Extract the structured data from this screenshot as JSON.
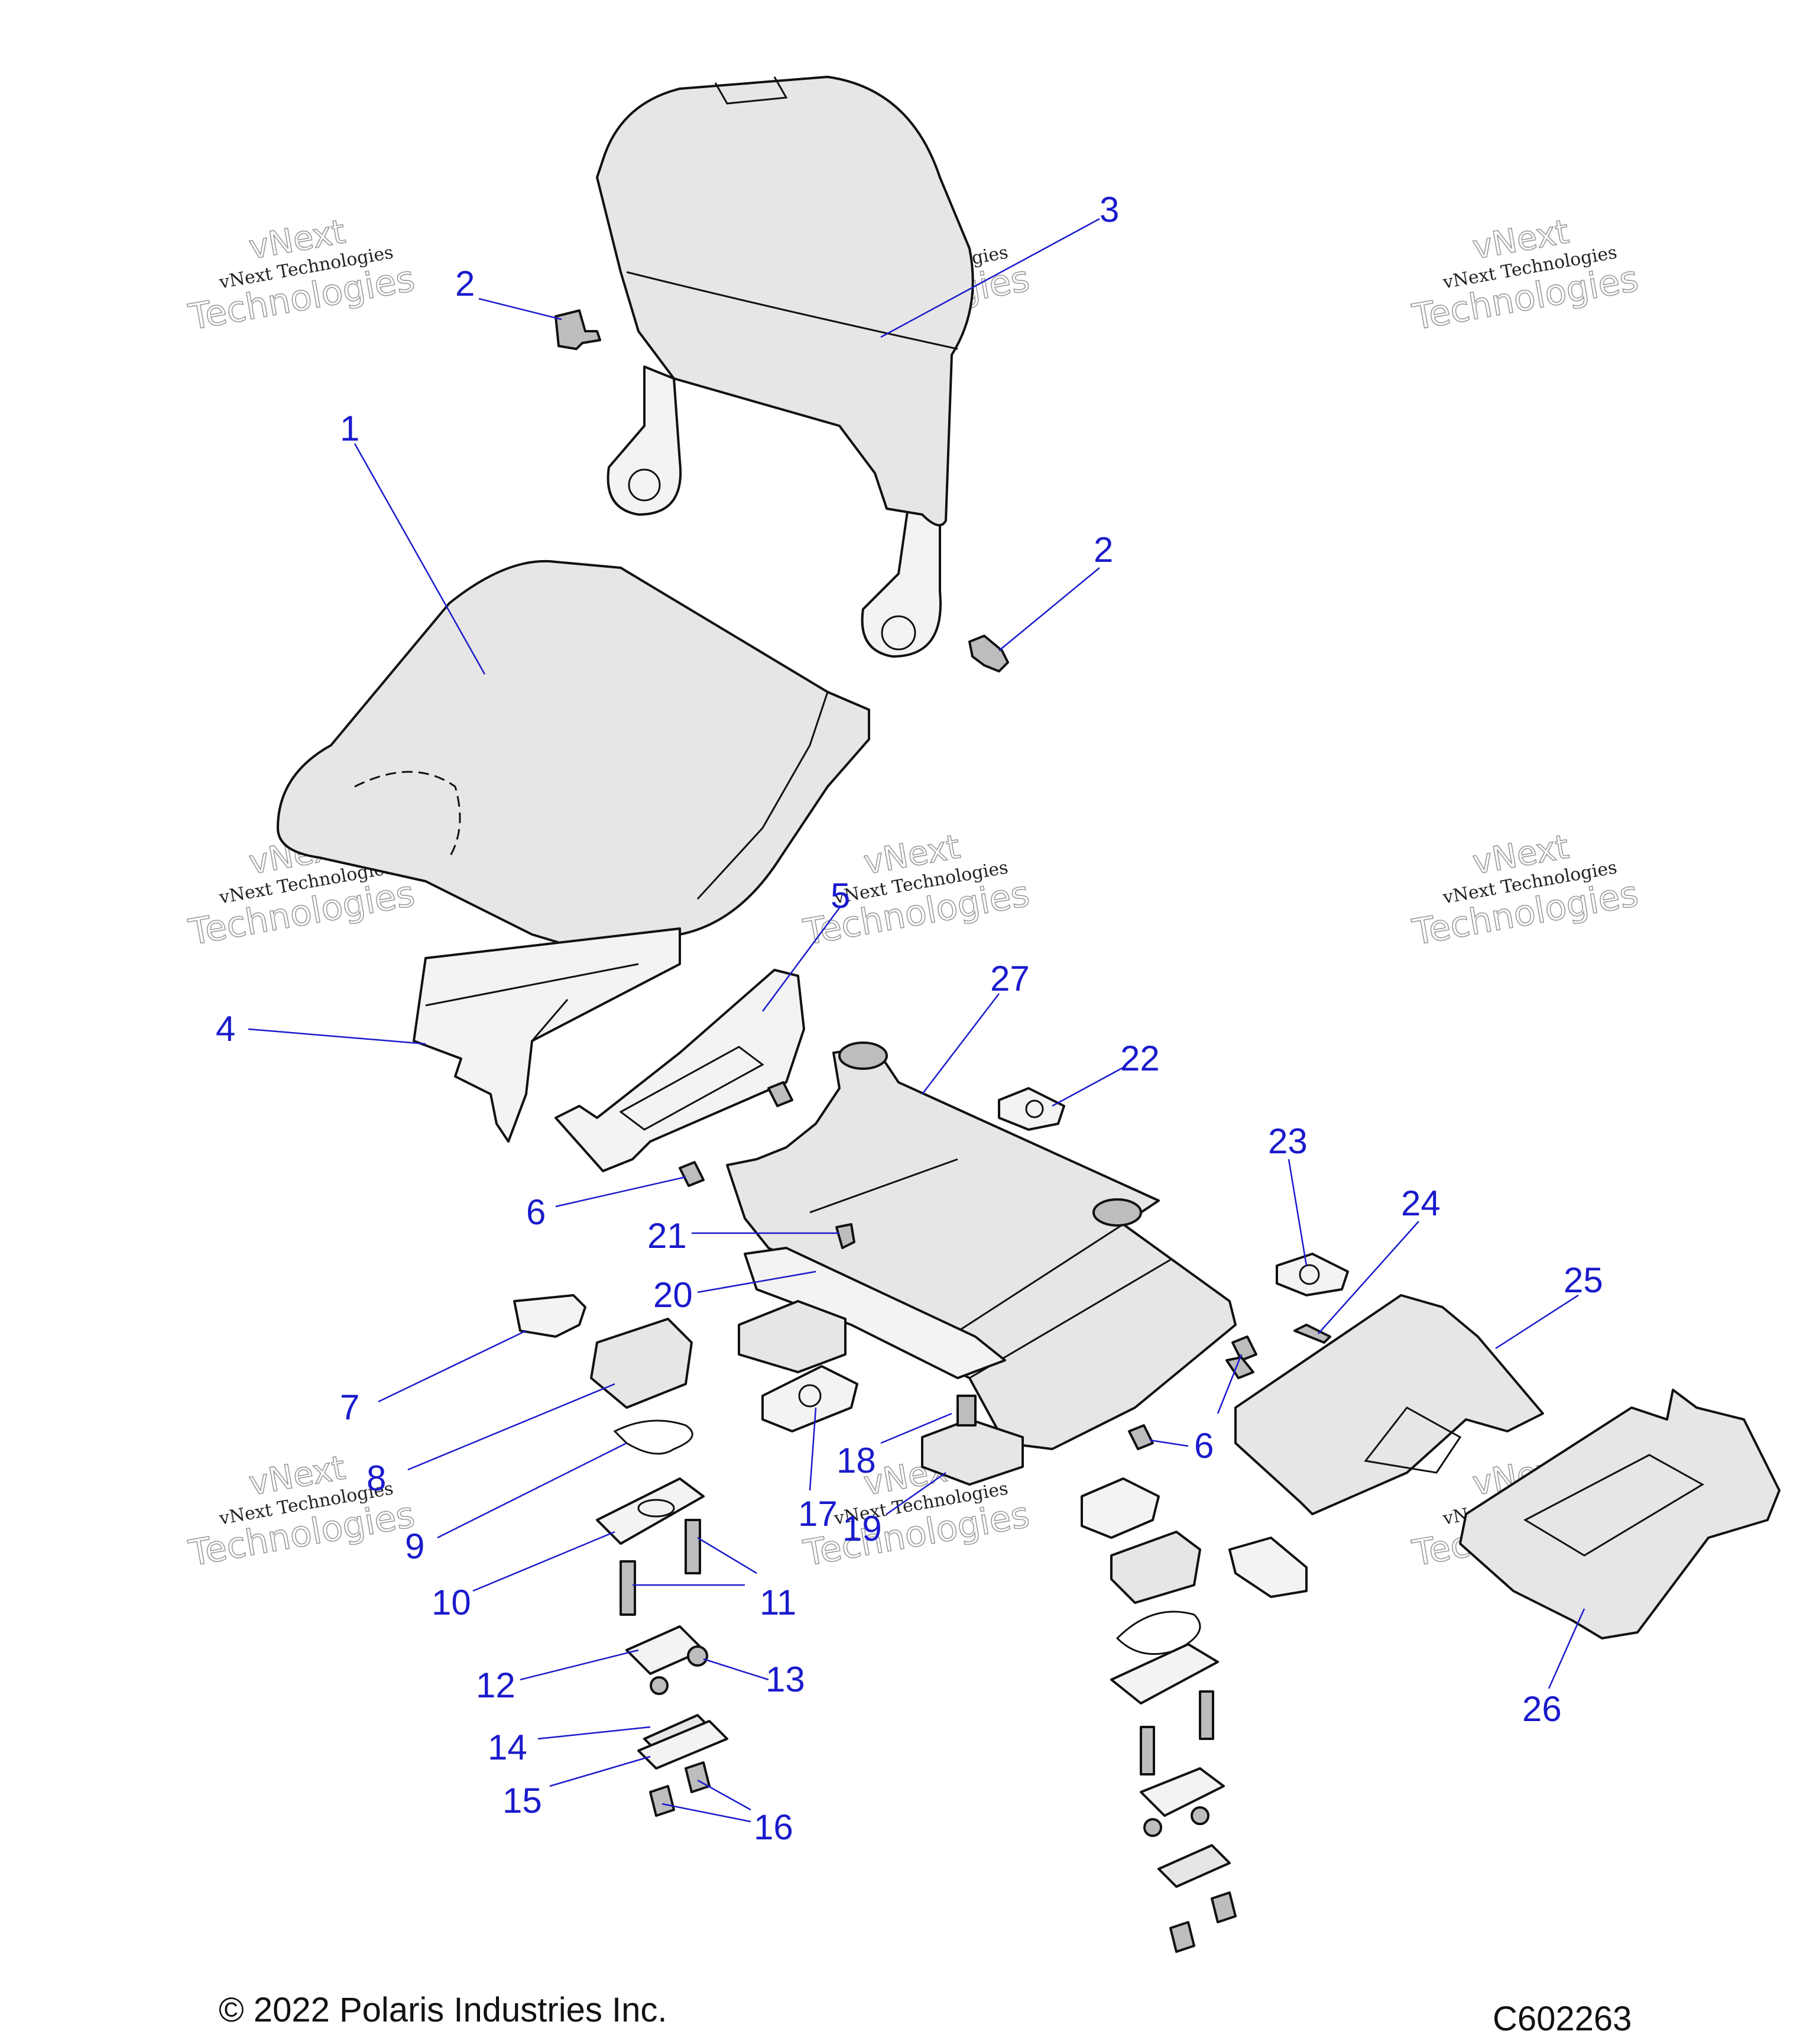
{
  "watermark": {
    "line1": "vNext",
    "line2": "vNext Technologies",
    "line3": "Technologies"
  },
  "callouts": [
    {
      "id": "c1",
      "text": "1"
    },
    {
      "id": "c2a",
      "text": "2"
    },
    {
      "id": "c2b",
      "text": "2"
    },
    {
      "id": "c3",
      "text": "3"
    },
    {
      "id": "c4",
      "text": "4"
    },
    {
      "id": "c5",
      "text": "5"
    },
    {
      "id": "c6a",
      "text": "6"
    },
    {
      "id": "c6b",
      "text": "6"
    },
    {
      "id": "c7",
      "text": "7"
    },
    {
      "id": "c8",
      "text": "8"
    },
    {
      "id": "c9",
      "text": "9"
    },
    {
      "id": "c10",
      "text": "10"
    },
    {
      "id": "c11",
      "text": "11"
    },
    {
      "id": "c12",
      "text": "12"
    },
    {
      "id": "c13",
      "text": "13"
    },
    {
      "id": "c14",
      "text": "14"
    },
    {
      "id": "c15",
      "text": "15"
    },
    {
      "id": "c16",
      "text": "16"
    },
    {
      "id": "c17",
      "text": "17"
    },
    {
      "id": "c18",
      "text": "18"
    },
    {
      "id": "c19",
      "text": "19"
    },
    {
      "id": "c20",
      "text": "20"
    },
    {
      "id": "c21",
      "text": "21"
    },
    {
      "id": "c22",
      "text": "22"
    },
    {
      "id": "c23",
      "text": "23"
    },
    {
      "id": "c24",
      "text": "24"
    },
    {
      "id": "c25",
      "text": "25"
    },
    {
      "id": "c26",
      "text": "26"
    },
    {
      "id": "c27",
      "text": "27"
    }
  ],
  "footer": {
    "copyright": "© 2022 Polaris Industries Inc.",
    "diagram_code": "C602263"
  },
  "colors": {
    "callout": "#1a1acc",
    "part_fill": "#e6e6e6",
    "part_shade": "#bdbdbd",
    "outline": "#111111"
  }
}
